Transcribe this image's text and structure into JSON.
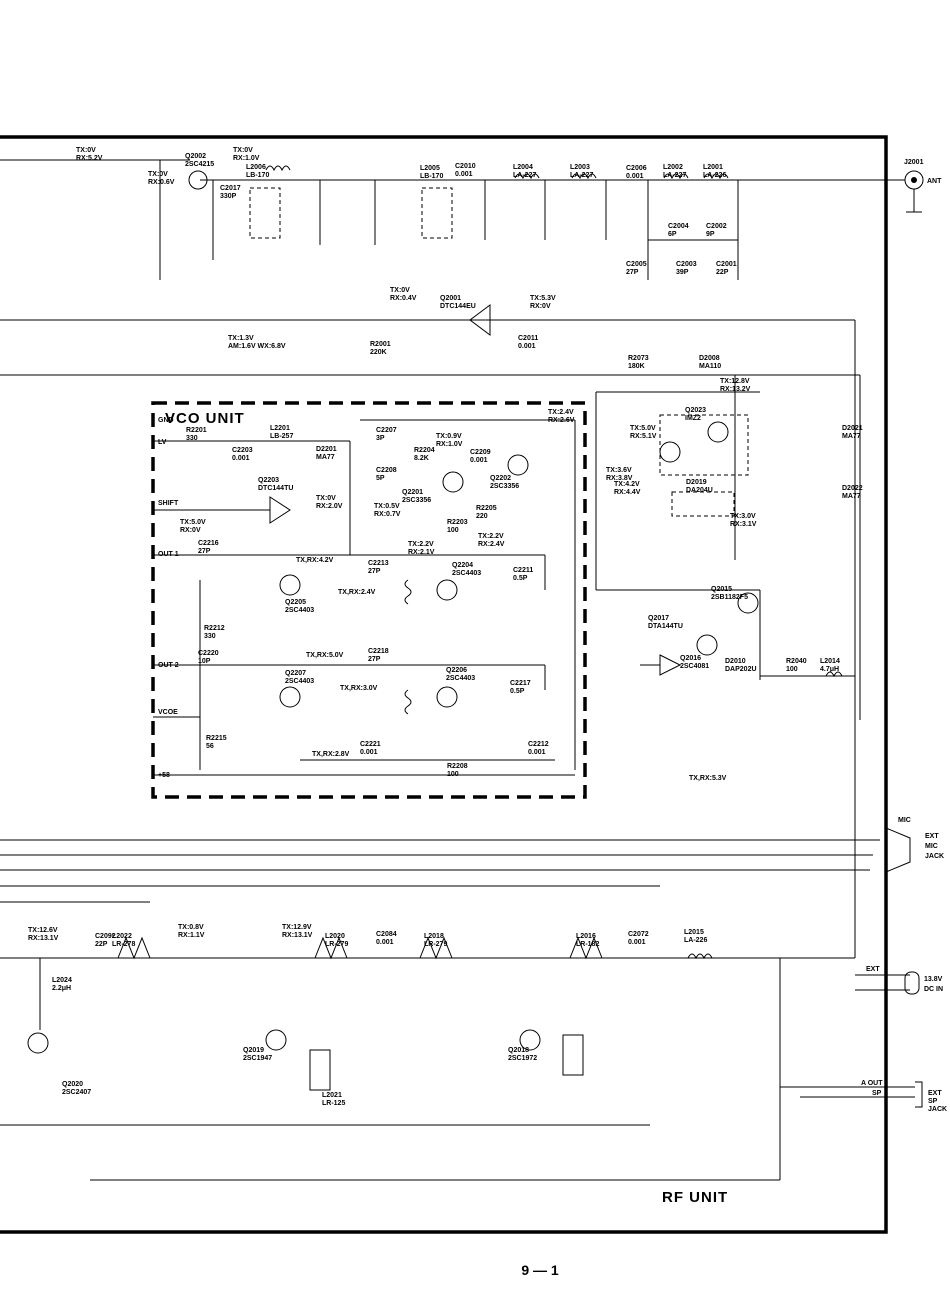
{
  "page_number": "9 — 1",
  "units": {
    "vco": "VCO UNIT",
    "rf": "RF UNIT"
  },
  "connectors": {
    "j2001": "J2001",
    "ant": "ANT",
    "mic": "MIC",
    "ext_mic_jack": [
      "EXT",
      "MIC",
      "JACK"
    ],
    "ext": "EXT",
    "dc_in": [
      "13.8V",
      "DC IN"
    ],
    "a_out": "A OUT",
    "sp": "SP",
    "ext_sp_jack": [
      "EXT",
      "SP",
      "JACK"
    ]
  },
  "vco_pins": [
    "GND",
    "LV",
    "SHIFT",
    "OUT 1",
    "OUT 2",
    "VCOE",
    "+58"
  ],
  "transistors": [
    {
      "ref": "Q2002",
      "part": "2SC4215"
    },
    {
      "ref": "Q2001",
      "part": "DTC144EU"
    },
    {
      "ref": "Q2023",
      "part": "IMZ2"
    },
    {
      "ref": "Q2203",
      "part": "DTC144TU"
    },
    {
      "ref": "Q2201",
      "part": "2SC3356"
    },
    {
      "ref": "Q2202",
      "part": "2SC3356"
    },
    {
      "ref": "Q2205",
      "part": "2SC4403"
    },
    {
      "ref": "Q2204",
      "part": "2SC4403"
    },
    {
      "ref": "Q2207",
      "part": "2SC4403"
    },
    {
      "ref": "Q2206",
      "part": "2SC4403"
    },
    {
      "ref": "Q2015",
      "part": "2SB1182F5"
    },
    {
      "ref": "Q2017",
      "part": "DTA144TU"
    },
    {
      "ref": "Q2016",
      "part": "2SC4081"
    },
    {
      "ref": "Q2019",
      "part": "2SC1947"
    },
    {
      "ref": "Q2018",
      "part": "2SC1972"
    },
    {
      "ref": "Q2020",
      "part": "2SC2407"
    }
  ],
  "inductors": [
    {
      "ref": "L2006",
      "val": "LB-170"
    },
    {
      "ref": "L2005",
      "val": "LB-170"
    },
    {
      "ref": "L2004",
      "val": "LA-227"
    },
    {
      "ref": "L2003",
      "val": "LA-227"
    },
    {
      "ref": "L2002",
      "val": "LA-227"
    },
    {
      "ref": "L2001",
      "val": "LA-226"
    },
    {
      "ref": "L2201",
      "val": "LB-257"
    },
    {
      "ref": "L2014",
      "val": "4.7μH"
    },
    {
      "ref": "L2022",
      "val": "LR-278"
    },
    {
      "ref": "L2020",
      "val": "LR-279"
    },
    {
      "ref": "L2018",
      "val": "LR-279"
    },
    {
      "ref": "L2016",
      "val": "LR-182"
    },
    {
      "ref": "L2015",
      "val": "LA-226"
    },
    {
      "ref": "L2021",
      "val": "LR-125"
    },
    {
      "ref": "L2024",
      "val": "2.2μH"
    }
  ],
  "capacitors": [
    {
      "ref": "C2017",
      "val": "330P"
    },
    {
      "ref": "C2010",
      "val": "0.001"
    },
    {
      "ref": "C2006",
      "val": "0.001"
    },
    {
      "ref": "C2004",
      "val": "6P"
    },
    {
      "ref": "C2002",
      "val": "9P"
    },
    {
      "ref": "C2005",
      "val": "27P"
    },
    {
      "ref": "C2003",
      "val": "39P"
    },
    {
      "ref": "C2001",
      "val": "22P"
    },
    {
      "ref": "C2011",
      "val": "0.001"
    },
    {
      "ref": "C2207",
      "val": "3P"
    },
    {
      "ref": "C2203",
      "val": "0.001"
    },
    {
      "ref": "C2209",
      "val": "0.001"
    },
    {
      "ref": "C2208",
      "val": "5P"
    },
    {
      "ref": "C2216",
      "val": "27P"
    },
    {
      "ref": "C2213",
      "val": "27P"
    },
    {
      "ref": "C2211",
      "val": "0.5P"
    },
    {
      "ref": "C2220",
      "val": "10P"
    },
    {
      "ref": "C2218",
      "val": "27P"
    },
    {
      "ref": "C2217",
      "val": "0.5P"
    },
    {
      "ref": "C2221",
      "val": "0.001"
    },
    {
      "ref": "C2212",
      "val": "0.001"
    },
    {
      "ref": "C2092",
      "val": "22P"
    },
    {
      "ref": "C2084",
      "val": "0.001"
    },
    {
      "ref": "C2072",
      "val": "0.001"
    }
  ],
  "resistors": [
    {
      "ref": "R2073",
      "val": "180K"
    },
    {
      "ref": "R2201",
      "val": "330"
    },
    {
      "ref": "R2204",
      "val": "8.2K"
    },
    {
      "ref": "R2203",
      "val": "100"
    },
    {
      "ref": "R2205",
      "val": "220"
    },
    {
      "ref": "R2212",
      "val": "330"
    },
    {
      "ref": "R2215",
      "val": "56"
    },
    {
      "ref": "R2208",
      "val": "100"
    },
    {
      "ref": "R2040",
      "val": "100"
    },
    {
      "ref": "R2001",
      "val": "220K"
    }
  ],
  "diodes": [
    {
      "ref": "D2008",
      "val": "MA110"
    },
    {
      "ref": "D2201",
      "val": "MA77"
    },
    {
      "ref": "D2019",
      "val": "DA204U"
    },
    {
      "ref": "D2021",
      "val": "MA77"
    },
    {
      "ref": "D2022",
      "val": "MA77"
    },
    {
      "ref": "D2010",
      "val": "DAP202U"
    }
  ],
  "voltage_notes": [
    "TX:0V RX:5.2V",
    "TX:0V RX:1.0V",
    "TX:0V RX:0.6V",
    "TX:0V RX:0.4V",
    "TX:5.3V RX:0V",
    "TX:1.3V AM:1.6V WX:6.8V",
    "TX:12.8V RX:13.2V",
    "TX:5.0V RX:5.1V",
    "TX:2.4V RX:2.6V",
    "TX:0.9V RX:1.0V",
    "TX:3.6V RX:3.8V",
    "TX:4.2V RX:4.4V",
    "TX:3.0V RX:3.1V",
    "TX:5.0V RX:0V",
    "TX:0V RX:2.0V",
    "TX:0.5V RX:0.7V",
    "TX:2.2V RX:2.4V",
    "TX:2.2V RX:2.1V",
    "TX,RX:4.2V",
    "TX,RX:2.4V",
    "TX,RX:5.0V",
    "TX,RX:3.0V",
    "TX,RX:2.8V",
    "TX,RX:5.3V",
    "TX:12.6V RX:13.1V",
    "TX:12.9V RX:13.1V",
    "TX:0.8V RX:1.1V"
  ]
}
